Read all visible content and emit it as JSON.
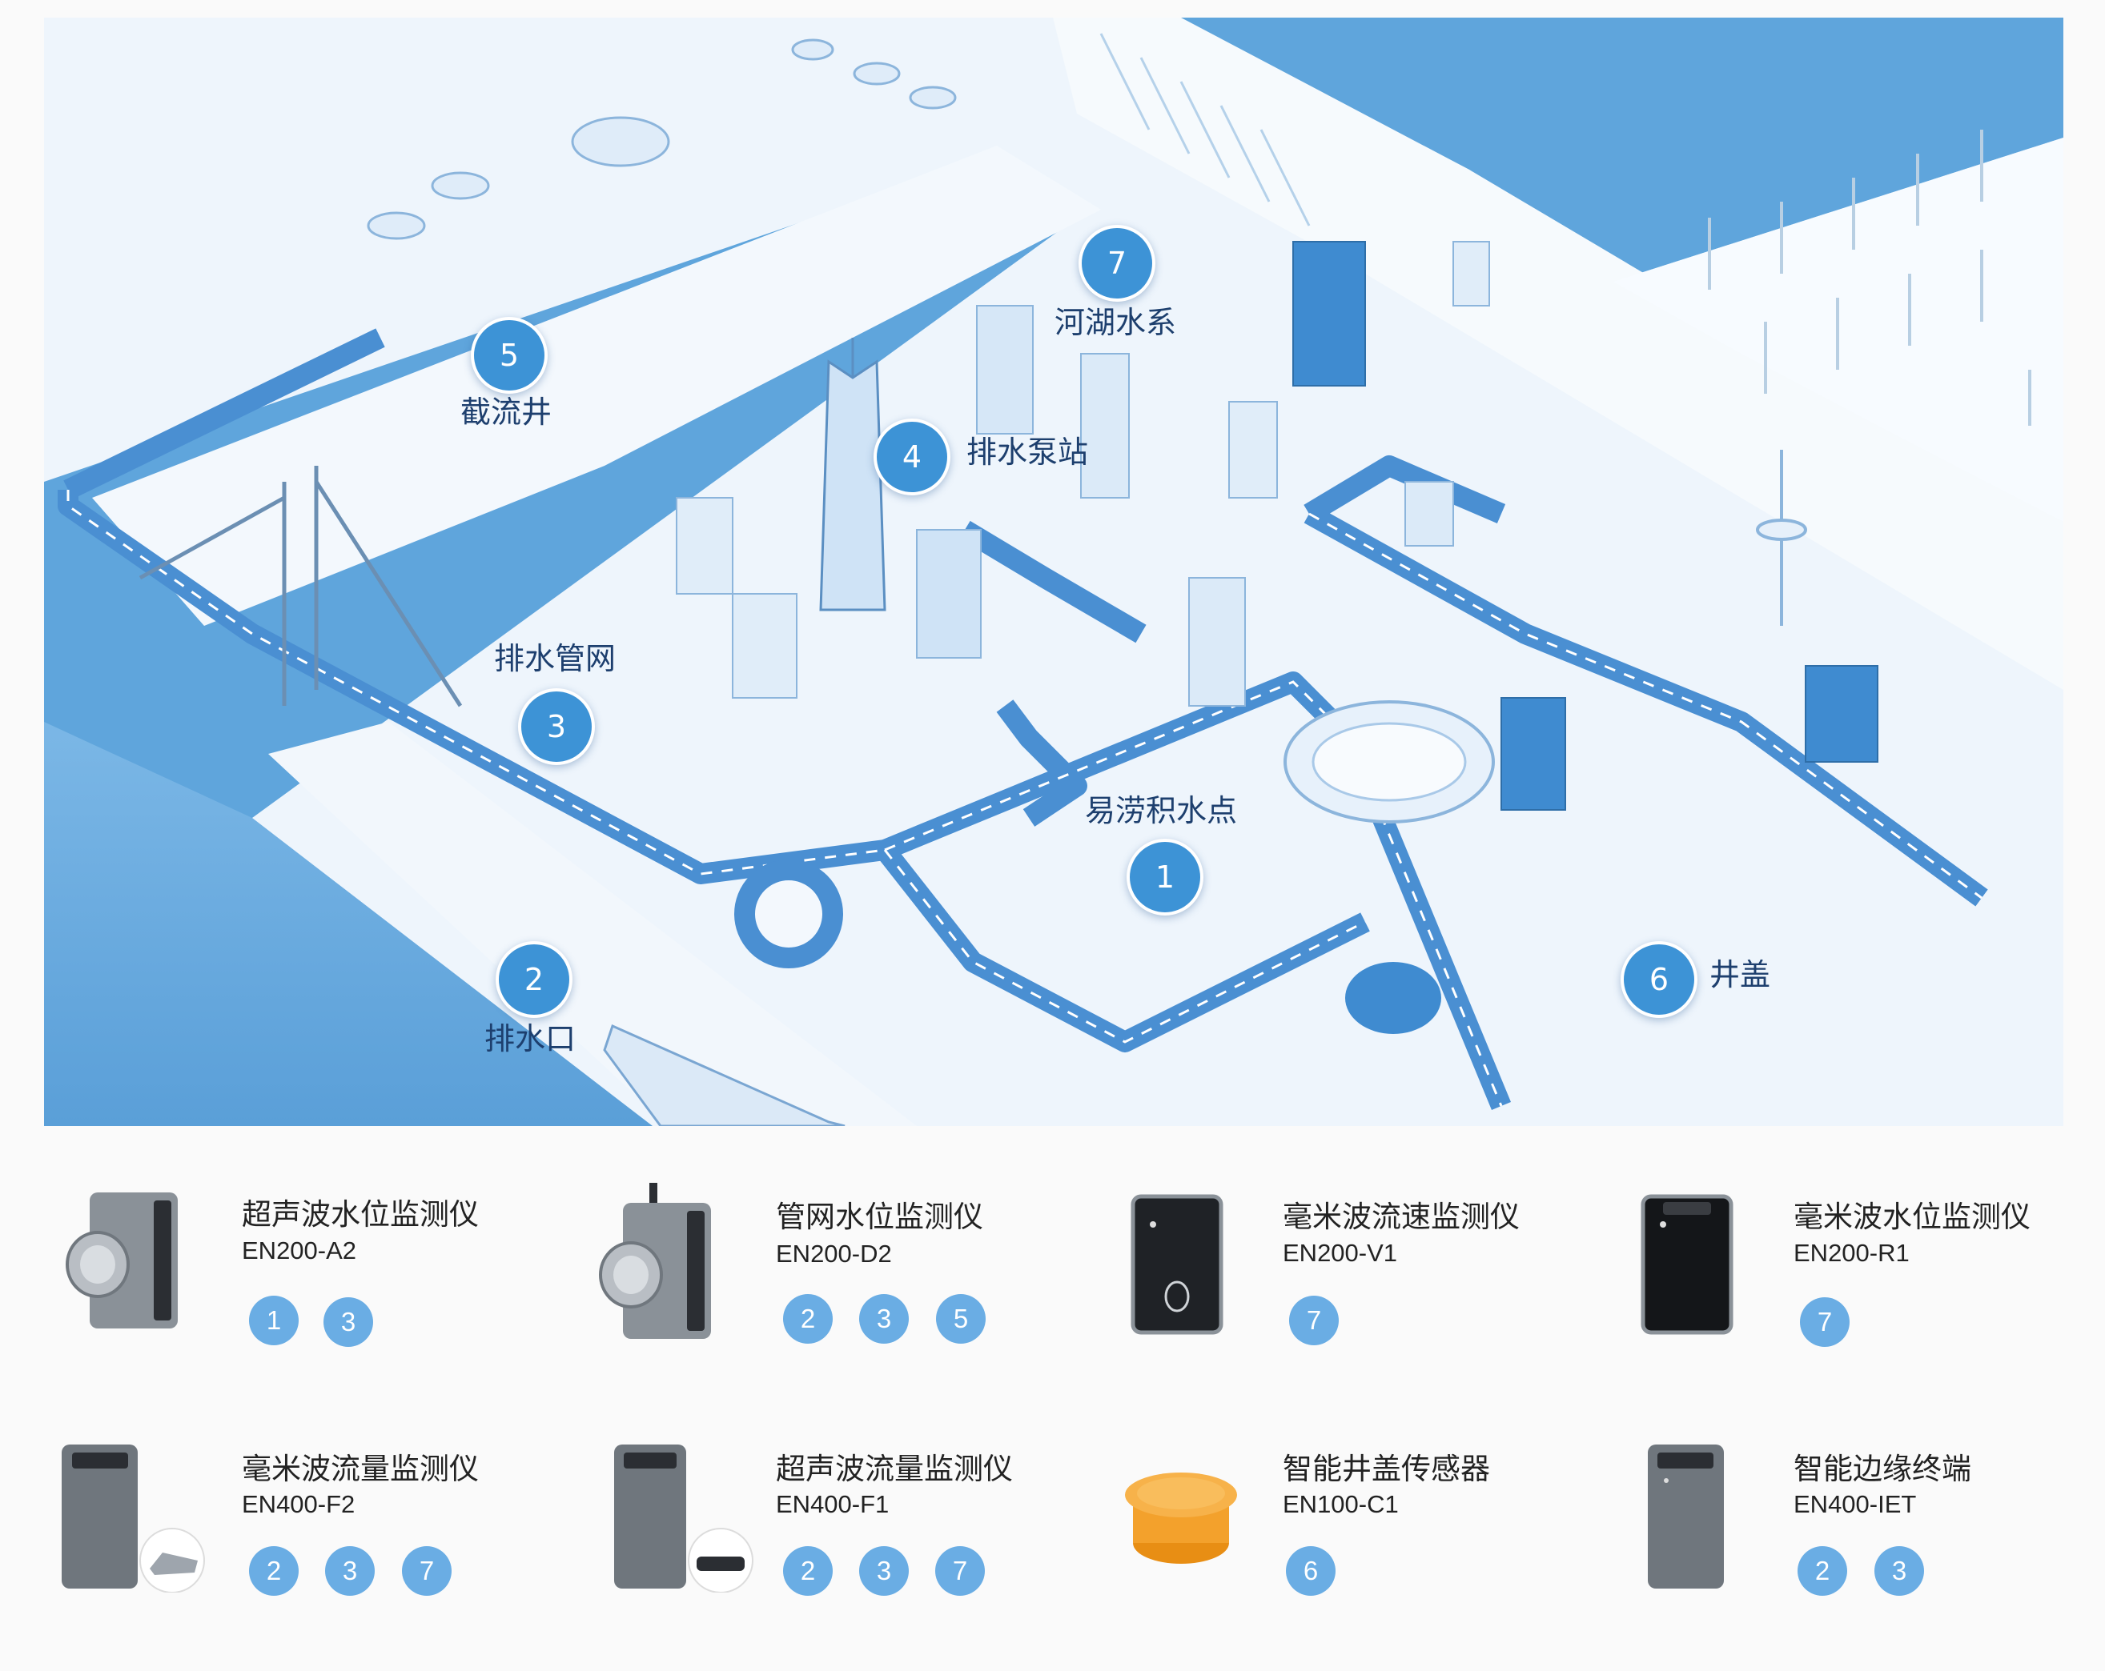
{
  "colors": {
    "accent": "#3d93d6",
    "badge": "#6aade4",
    "water": "#5fa5dc",
    "road": "#4a8fd2",
    "ground": "#e6f1fb",
    "label": "#1d3f6e"
  },
  "map": {
    "markers": [
      {
        "id": "1",
        "label": "易涝积水点"
      },
      {
        "id": "2",
        "label": "排水口"
      },
      {
        "id": "3",
        "label": "排水管网"
      },
      {
        "id": "4",
        "label": "排水泵站"
      },
      {
        "id": "5",
        "label": "截流井"
      },
      {
        "id": "6",
        "label": "井盖"
      },
      {
        "id": "7",
        "label": "河湖水系"
      }
    ]
  },
  "products": [
    {
      "name": "超声波水位监测仪",
      "model": "EN200-A2",
      "badges": [
        "1",
        "3"
      ],
      "icon": "ultrasonic-sensor-icon"
    },
    {
      "name": "管网水位监测仪",
      "model": "EN200-D2",
      "badges": [
        "2",
        "3",
        "5"
      ],
      "icon": "pipe-level-sensor-icon"
    },
    {
      "name": "毫米波流速监测仪",
      "model": "EN200-V1",
      "badges": [
        "7"
      ],
      "icon": "radar-velocity-sensor-icon"
    },
    {
      "name": "毫米波水位监测仪",
      "model": "EN200-R1",
      "badges": [
        "7"
      ],
      "icon": "radar-level-sensor-icon"
    },
    {
      "name": "毫米波流量监测仪",
      "model": "EN400-F2",
      "badges": [
        "2",
        "3",
        "7"
      ],
      "icon": "radar-flow-meter-icon"
    },
    {
      "name": "超声波流量监测仪",
      "model": "EN400-F1",
      "badges": [
        "2",
        "3",
        "7"
      ],
      "icon": "ultrasonic-flow-meter-icon"
    },
    {
      "name": "智能井盖传感器",
      "model": "EN100-C1",
      "badges": [
        "6"
      ],
      "icon": "manhole-cover-sensor-icon"
    },
    {
      "name": "智能边缘终端",
      "model": "EN400-IET",
      "badges": [
        "2",
        "3"
      ],
      "icon": "edge-terminal-icon"
    }
  ]
}
